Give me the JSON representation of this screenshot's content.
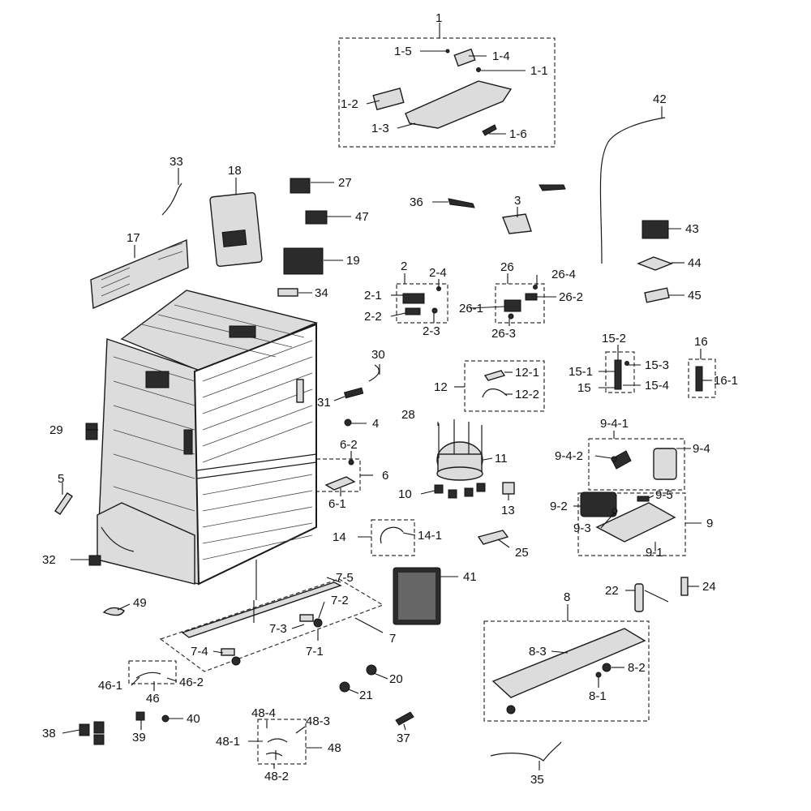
{
  "labels": {
    "1": "1",
    "1-1": "1-1",
    "1-2": "1-2",
    "1-3": "1-3",
    "1-4": "1-4",
    "1-5": "1-5",
    "1-6": "1-6",
    "2": "2",
    "2-1": "2-1",
    "2-2": "2-2",
    "2-3": "2-3",
    "2-4": "2-4",
    "3": "3",
    "4": "4",
    "5": "5",
    "6": "6",
    "6-1": "6-1",
    "6-2": "6-2",
    "7": "7",
    "7-1": "7-1",
    "7-2": "7-2",
    "7-3": "7-3",
    "7-4": "7-4",
    "7-5": "7-5",
    "8": "8",
    "8-1": "8-1",
    "8-2": "8-2",
    "8-3": "8-3",
    "9": "9",
    "9-1": "9-1",
    "9-2": "9-2",
    "9-3": "9-3",
    "9-4": "9-4",
    "9-4-1": "9-4-1",
    "9-4-2": "9-4-2",
    "9-5": "9-5",
    "10": "10",
    "11": "11",
    "12": "12",
    "12-1": "12-1",
    "12-2": "12-2",
    "13": "13",
    "14": "14",
    "14-1": "14-1",
    "15": "15",
    "15-1": "15-1",
    "15-2": "15-2",
    "15-3": "15-3",
    "15-4": "15-4",
    "16": "16",
    "16-1": "16-1",
    "17": "17",
    "18": "18",
    "19": "19",
    "20": "20",
    "21": "21",
    "22": "22",
    "24": "24",
    "25": "25",
    "26": "26",
    "26-1": "26-1",
    "26-2": "26-2",
    "26-3": "26-3",
    "26-4": "26-4",
    "27": "27",
    "28": "28",
    "29": "29",
    "30": "30",
    "31": "31",
    "32": "32",
    "33": "33",
    "34": "34",
    "35": "35",
    "36": "36",
    "37": "37",
    "38": "38",
    "39": "39",
    "40": "40",
    "41": "41",
    "42": "42",
    "43": "43",
    "44": "44",
    "45": "45",
    "46": "46",
    "46-1": "46-1",
    "46-2": "46-2",
    "47": "47",
    "48": "48",
    "48-1": "48-1",
    "48-2": "48-2",
    "48-3": "48-3",
    "48-4": "48-4",
    "49": "49"
  },
  "colors": {
    "line": "#1a1a1a",
    "part_fill": "#dcdcdc",
    "dark_fill": "#2b2b2b",
    "background": "#ffffff"
  }
}
